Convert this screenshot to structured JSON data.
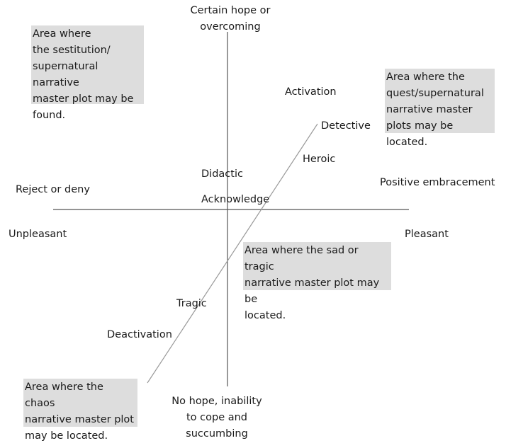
{
  "axis_labels": {
    "top": "Certain hope or\novercoming",
    "bottom": "No hope, inability\nto cope and\nsuccumbing",
    "left_upper": "Reject or deny",
    "left_lower": "Unpleasant",
    "right_upper": "Positive embracement",
    "right_lower": "Pleasant",
    "activation": "Activation",
    "deactivation": "Deactivation",
    "acknowledge": "Acknowledge"
  },
  "plot_labels": {
    "didactic": "Didactic",
    "detective": "Detective",
    "heroic": "Heroic",
    "tragic": "Tragic"
  },
  "regions": {
    "restitution": "Area where\nthe sestitution/\nsupernatural narrative\nmaster plot may be\nfound.",
    "quest": "Area where the\nquest/supernatural\nnarrative master\nplots may be located.",
    "sad_tragic": "Area  where the sad or tragic\nnarrative master plot may be\nlocated.",
    "chaos": "Area where the chaos\nnarrative master plot\nmay be located."
  },
  "colors": {
    "axis_line": "#555555",
    "diagonal_line": "#999999",
    "region_fill": "#dddddd"
  }
}
